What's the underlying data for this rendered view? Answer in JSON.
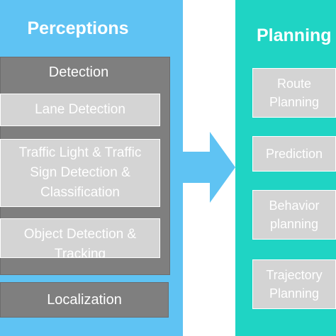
{
  "perceptions": {
    "title": "Perceptions",
    "detection": {
      "title": "Detection",
      "items": [
        "Lane Detection",
        "Traffic Light & Traffic Sign Detection & Classification",
        "Object Detection & Tracking"
      ]
    },
    "localization": "Localization",
    "color": "#5fc3f3"
  },
  "planning": {
    "title": "Planning",
    "items": [
      "Route Planning",
      "Prediction",
      "Behavior planning",
      "Trajectory Planning"
    ],
    "color": "#1fd4c4"
  },
  "arrow": {
    "direction": "right",
    "color": "#5fc3f3"
  }
}
